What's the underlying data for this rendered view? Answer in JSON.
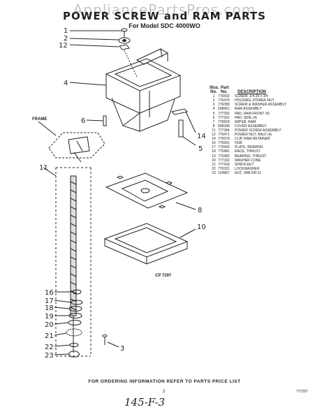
{
  "watermark": "AppliancePartsPros.com",
  "title": "POWER SCREW and RAM PARTS",
  "subtitle": "For Model SDC 4000WO",
  "labels": {
    "frame": "FRAME",
    "cp": "CP 7297"
  },
  "callouts": [
    "1",
    "2",
    "12",
    "4",
    "6",
    "14",
    "5",
    "11",
    "8",
    "10",
    "16",
    "17",
    "18",
    "19",
    "20",
    "21",
    "22",
    "23",
    "3"
  ],
  "table": {
    "headers": {
      "illus": "Illus.",
      "part": "Part",
      "no1": "No.",
      "no2": "No.",
      "desc": "DESCRIPTION"
    },
    "rows": [
      {
        "illus": "1",
        "part": "776592",
        "desc": "SCREW, 1/4-20 x 3/4"
      },
      {
        "illus": "2",
        "part": "776470",
        "desc": "HOUSING, POWER NUT"
      },
      {
        "illus": "3",
        "part": "776058",
        "desc": "SCREW & WASHER ASSEMBLY"
      },
      {
        "illus": "4",
        "part": "608451",
        "desc": "RAM ASSEMBLY"
      },
      {
        "illus": "5",
        "part": "777292",
        "desc": "PAD, RAM FRONT (4)"
      },
      {
        "illus": "6",
        "part": "777291",
        "desc": "PAD, SIDE (4)"
      },
      {
        "illus": "7",
        "part": "776818",
        "desc": "WIPER, RAM"
      },
      {
        "illus": "8",
        "part": "608346",
        "desc": "COVER ASSEMBLY"
      },
      {
        "illus": "11",
        "part": "777384",
        "desc": "POWER SCREW ASSEMBLY"
      },
      {
        "illus": "12",
        "part": "776471",
        "desc": "POWER NUT, HALF (4)"
      },
      {
        "illus": "14",
        "part": "775679",
        "desc": "CLIP, RAM RETAINER"
      },
      {
        "illus": "16",
        "part": "776941",
        "desc": "HUB"
      },
      {
        "illus": "17",
        "part": "776942",
        "desc": "PLATE, BEARING"
      },
      {
        "illus": "18",
        "part": "775481",
        "desc": "RACE, THRUST"
      },
      {
        "illus": "19",
        "part": "775483",
        "desc": "BEARING, THRUST"
      },
      {
        "illus": "20",
        "part": "777332",
        "desc": "WASHER CONE"
      },
      {
        "illus": "21",
        "part": "777418",
        "desc": "SPROCKET"
      },
      {
        "illus": "22",
        "part": "776331",
        "desc": "LOCKWASHER"
      },
      {
        "illus": "23",
        "part": "124967",
        "desc": "NUT, JAM 5/8-11"
      }
    ]
  },
  "footer": "FOR ORDERING INFORMATION REFER TO PARTS PRICE LIST",
  "page_number": "2",
  "doc_code": "777297",
  "handwritten": "145-F-3"
}
